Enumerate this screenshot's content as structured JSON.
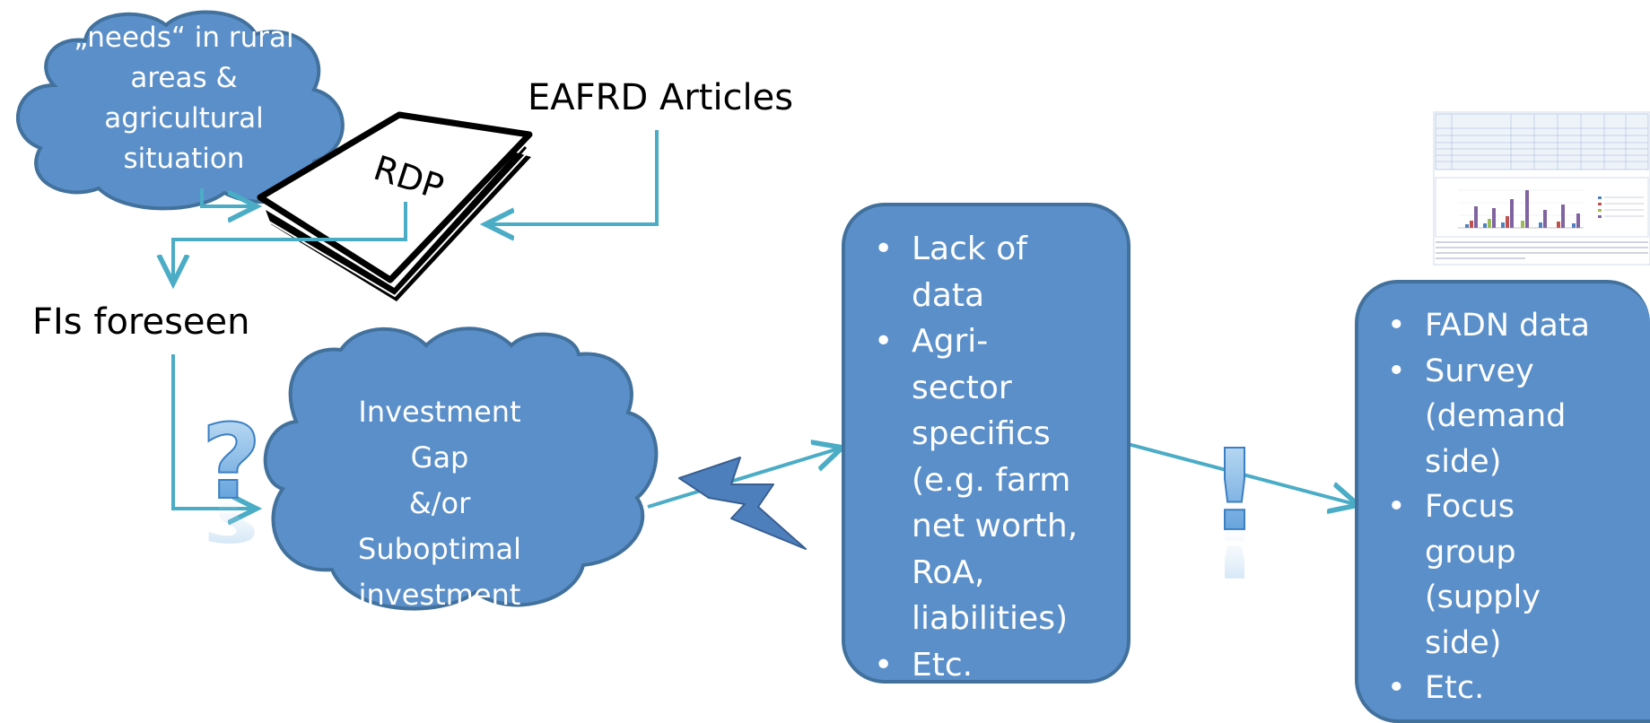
{
  "needs_cloud": {
    "lines": [
      "„needs“ in rural",
      "areas &",
      "agricultural",
      "situation"
    ]
  },
  "rdp_book": {
    "label": "RDP"
  },
  "eafrd_label": "EAFRD Articles",
  "fis_label": "FIs foreseen",
  "investment_cloud": {
    "lines": [
      "Investment",
      "Gap",
      "&/or",
      "Suboptimal",
      "investment"
    ]
  },
  "question_icon": {
    "glyph": "?"
  },
  "exclamation_icon": {
    "glyph": "!"
  },
  "lack_box": {
    "items": [
      {
        "lines": [
          "Lack of",
          "data"
        ]
      },
      {
        "lines": [
          "Agri-",
          "sector",
          "specifics",
          "(e.g. farm",
          "net worth,",
          "RoA,",
          "liabilities)"
        ]
      },
      {
        "lines": [
          "Etc."
        ]
      }
    ]
  },
  "sources_box": {
    "items": [
      {
        "lines": [
          "FADN data"
        ]
      },
      {
        "lines": [
          "Survey",
          "(demand",
          "side)"
        ]
      },
      {
        "lines": [
          "Focus",
          "group",
          "(supply",
          "side)"
        ]
      },
      {
        "lines": [
          "Etc."
        ]
      }
    ]
  },
  "colors": {
    "cloud_fill": "#5b8fc9",
    "cloud_stroke": "#41719c",
    "arrow": "#4bacc6",
    "box_fill": "#5b8fc9"
  }
}
